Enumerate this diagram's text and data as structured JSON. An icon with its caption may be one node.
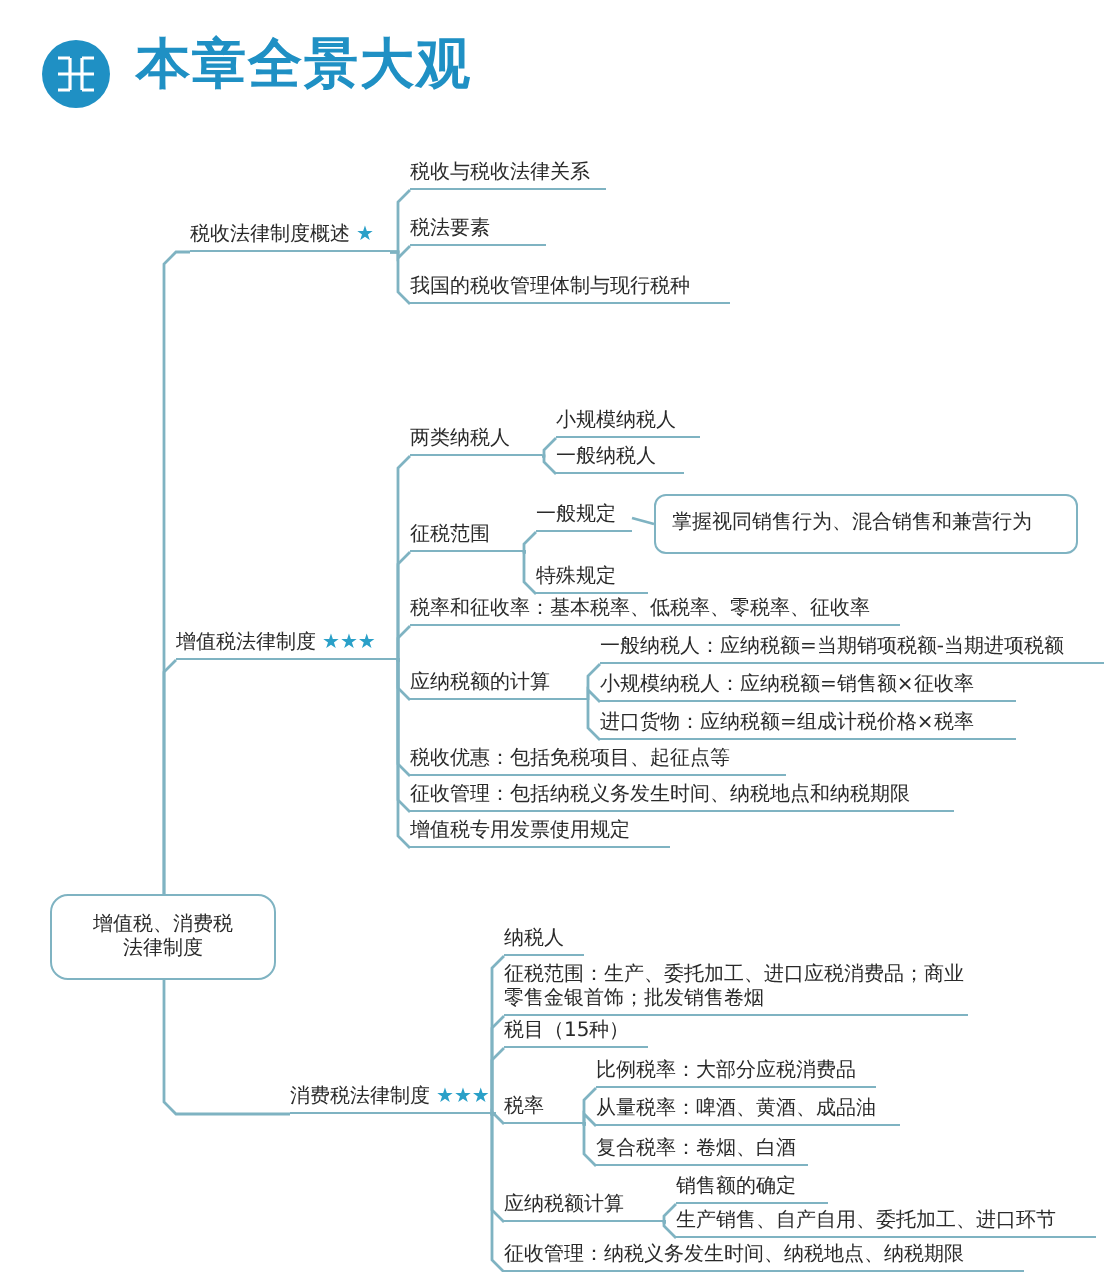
{
  "diagram": {
    "title": "本章全景大观",
    "nodes": [
      {
        "text": [
          "增值税、消费税法律制度"
        ]
      },
      {
        "text": [
          "税收法律制度概述",
          "★"
        ]
      },
      {
        "text": [
          "税收与税收法律关系"
        ]
      },
      {
        "text": [
          "税法要素"
        ]
      },
      {
        "text": [
          "我国的税收管理体制与现行税种"
        ]
      },
      {
        "text": [
          "增值税法律制度",
          "★★★"
        ]
      },
      {
        "text": [
          "两类纳税人"
        ]
      },
      {
        "text": [
          "小规模纳税人"
        ]
      },
      {
        "text": [
          "一般纳税人"
        ]
      },
      {
        "text": [
          "征税范围"
        ]
      },
      {
        "text": [
          "一般规定"
        ]
      },
      {
        "text": [
          "掌握视同销售行为、混合销售和兼营行为"
        ]
      },
      {
        "text": [
          "特殊规定"
        ]
      },
      {
        "text": [
          "税率和征收率：基本税率、低税率、零税率、征收率"
        ]
      },
      {
        "text": [
          "应纳税额的计算"
        ]
      },
      {
        "text": [
          "一般纳税人：应纳税额=当期销项税额-当期进项税额"
        ]
      },
      {
        "text": [
          "小规模纳税人：应纳税额=销售额×征收率"
        ]
      },
      {
        "text": [
          "进口货物：应纳税额=组成计税价格×税率"
        ]
      },
      {
        "text": [
          "税收优惠：包括免税项目、起征点等"
        ]
      },
      {
        "text": [
          "征收管理：包括纳税义务发生时间、纳税地点和纳税期限"
        ]
      },
      {
        "text": [
          "增值税专用发票使用规定"
        ]
      },
      {
        "text": [
          "消费税法律制度",
          "★★★"
        ]
      },
      {
        "text": [
          "纳税人"
        ]
      },
      {
        "text": [
          "征税范围：生产、委托加工、进口应税消费品；商业零售金银首饰；批发销售卷烟"
        ]
      },
      {
        "text": [
          "税目（15种）"
        ]
      },
      {
        "text": [
          "税率"
        ]
      },
      {
        "text": [
          "比例税率：大部分应税消费品"
        ]
      },
      {
        "text": [
          "从量税率：啤酒、黄酒、成品油"
        ]
      },
      {
        "text": [
          "复合税率：卷烟、白酒"
        ]
      },
      {
        "text": [
          "应纳税额计算"
        ]
      },
      {
        "text": [
          "销售额的确定"
        ]
      },
      {
        "text": [
          "生产销售、自产自用、委托加工、进口环节"
        ]
      },
      {
        "text": [
          "征收管理：纳税义务发生时间、纳税地点、纳税期限"
        ]
      }
    ],
    "edges": [
      {
        "from": 0,
        "to": 1,
        "arrow": "none"
      },
      {
        "from": 1,
        "to": 2,
        "arrow": "none"
      },
      {
        "from": 1,
        "to": 3,
        "arrow": "none"
      },
      {
        "from": 1,
        "to": 4,
        "arrow": "none"
      },
      {
        "from": 0,
        "to": 5,
        "arrow": "none"
      },
      {
        "from": 5,
        "to": 6,
        "arrow": "none"
      },
      {
        "from": 6,
        "to": 7,
        "arrow": "none"
      },
      {
        "from": 6,
        "to": 8,
        "arrow": "none"
      },
      {
        "from": 5,
        "to": 9,
        "arrow": "none"
      },
      {
        "from": 9,
        "to": 10,
        "arrow": "none"
      },
      {
        "from": 10,
        "to": 11,
        "arrow": "none"
      },
      {
        "from": 9,
        "to": 12,
        "arrow": "none"
      },
      {
        "from": 5,
        "to": 13,
        "arrow": "none"
      },
      {
        "from": 5,
        "to": 14,
        "arrow": "none"
      },
      {
        "from": 14,
        "to": 15,
        "arrow": "none"
      },
      {
        "from": 14,
        "to": 16,
        "arrow": "none"
      },
      {
        "from": 14,
        "to": 17,
        "arrow": "none"
      },
      {
        "from": 5,
        "to": 18,
        "arrow": "none"
      },
      {
        "from": 5,
        "to": 19,
        "arrow": "none"
      },
      {
        "from": 5,
        "to": 20,
        "arrow": "none"
      },
      {
        "from": 0,
        "to": 21,
        "arrow": "none"
      },
      {
        "from": 21,
        "to": 22,
        "arrow": "none"
      },
      {
        "from": 21,
        "to": 23,
        "arrow": "none"
      },
      {
        "from": 21,
        "to": 24,
        "arrow": "none"
      },
      {
        "from": 21,
        "to": 25,
        "arrow": "none"
      },
      {
        "from": 25,
        "to": 26,
        "arrow": "none"
      },
      {
        "from": 25,
        "to": 27,
        "arrow": "none"
      },
      {
        "from": 25,
        "to": 28,
        "arrow": "none"
      },
      {
        "from": 21,
        "to": 29,
        "arrow": "none"
      },
      {
        "from": 29,
        "to": 30,
        "arrow": "none"
      },
      {
        "from": 29,
        "to": 31,
        "arrow": "none"
      },
      {
        "from": 21,
        "to": 32,
        "arrow": "none"
      }
    ]
  }
}
